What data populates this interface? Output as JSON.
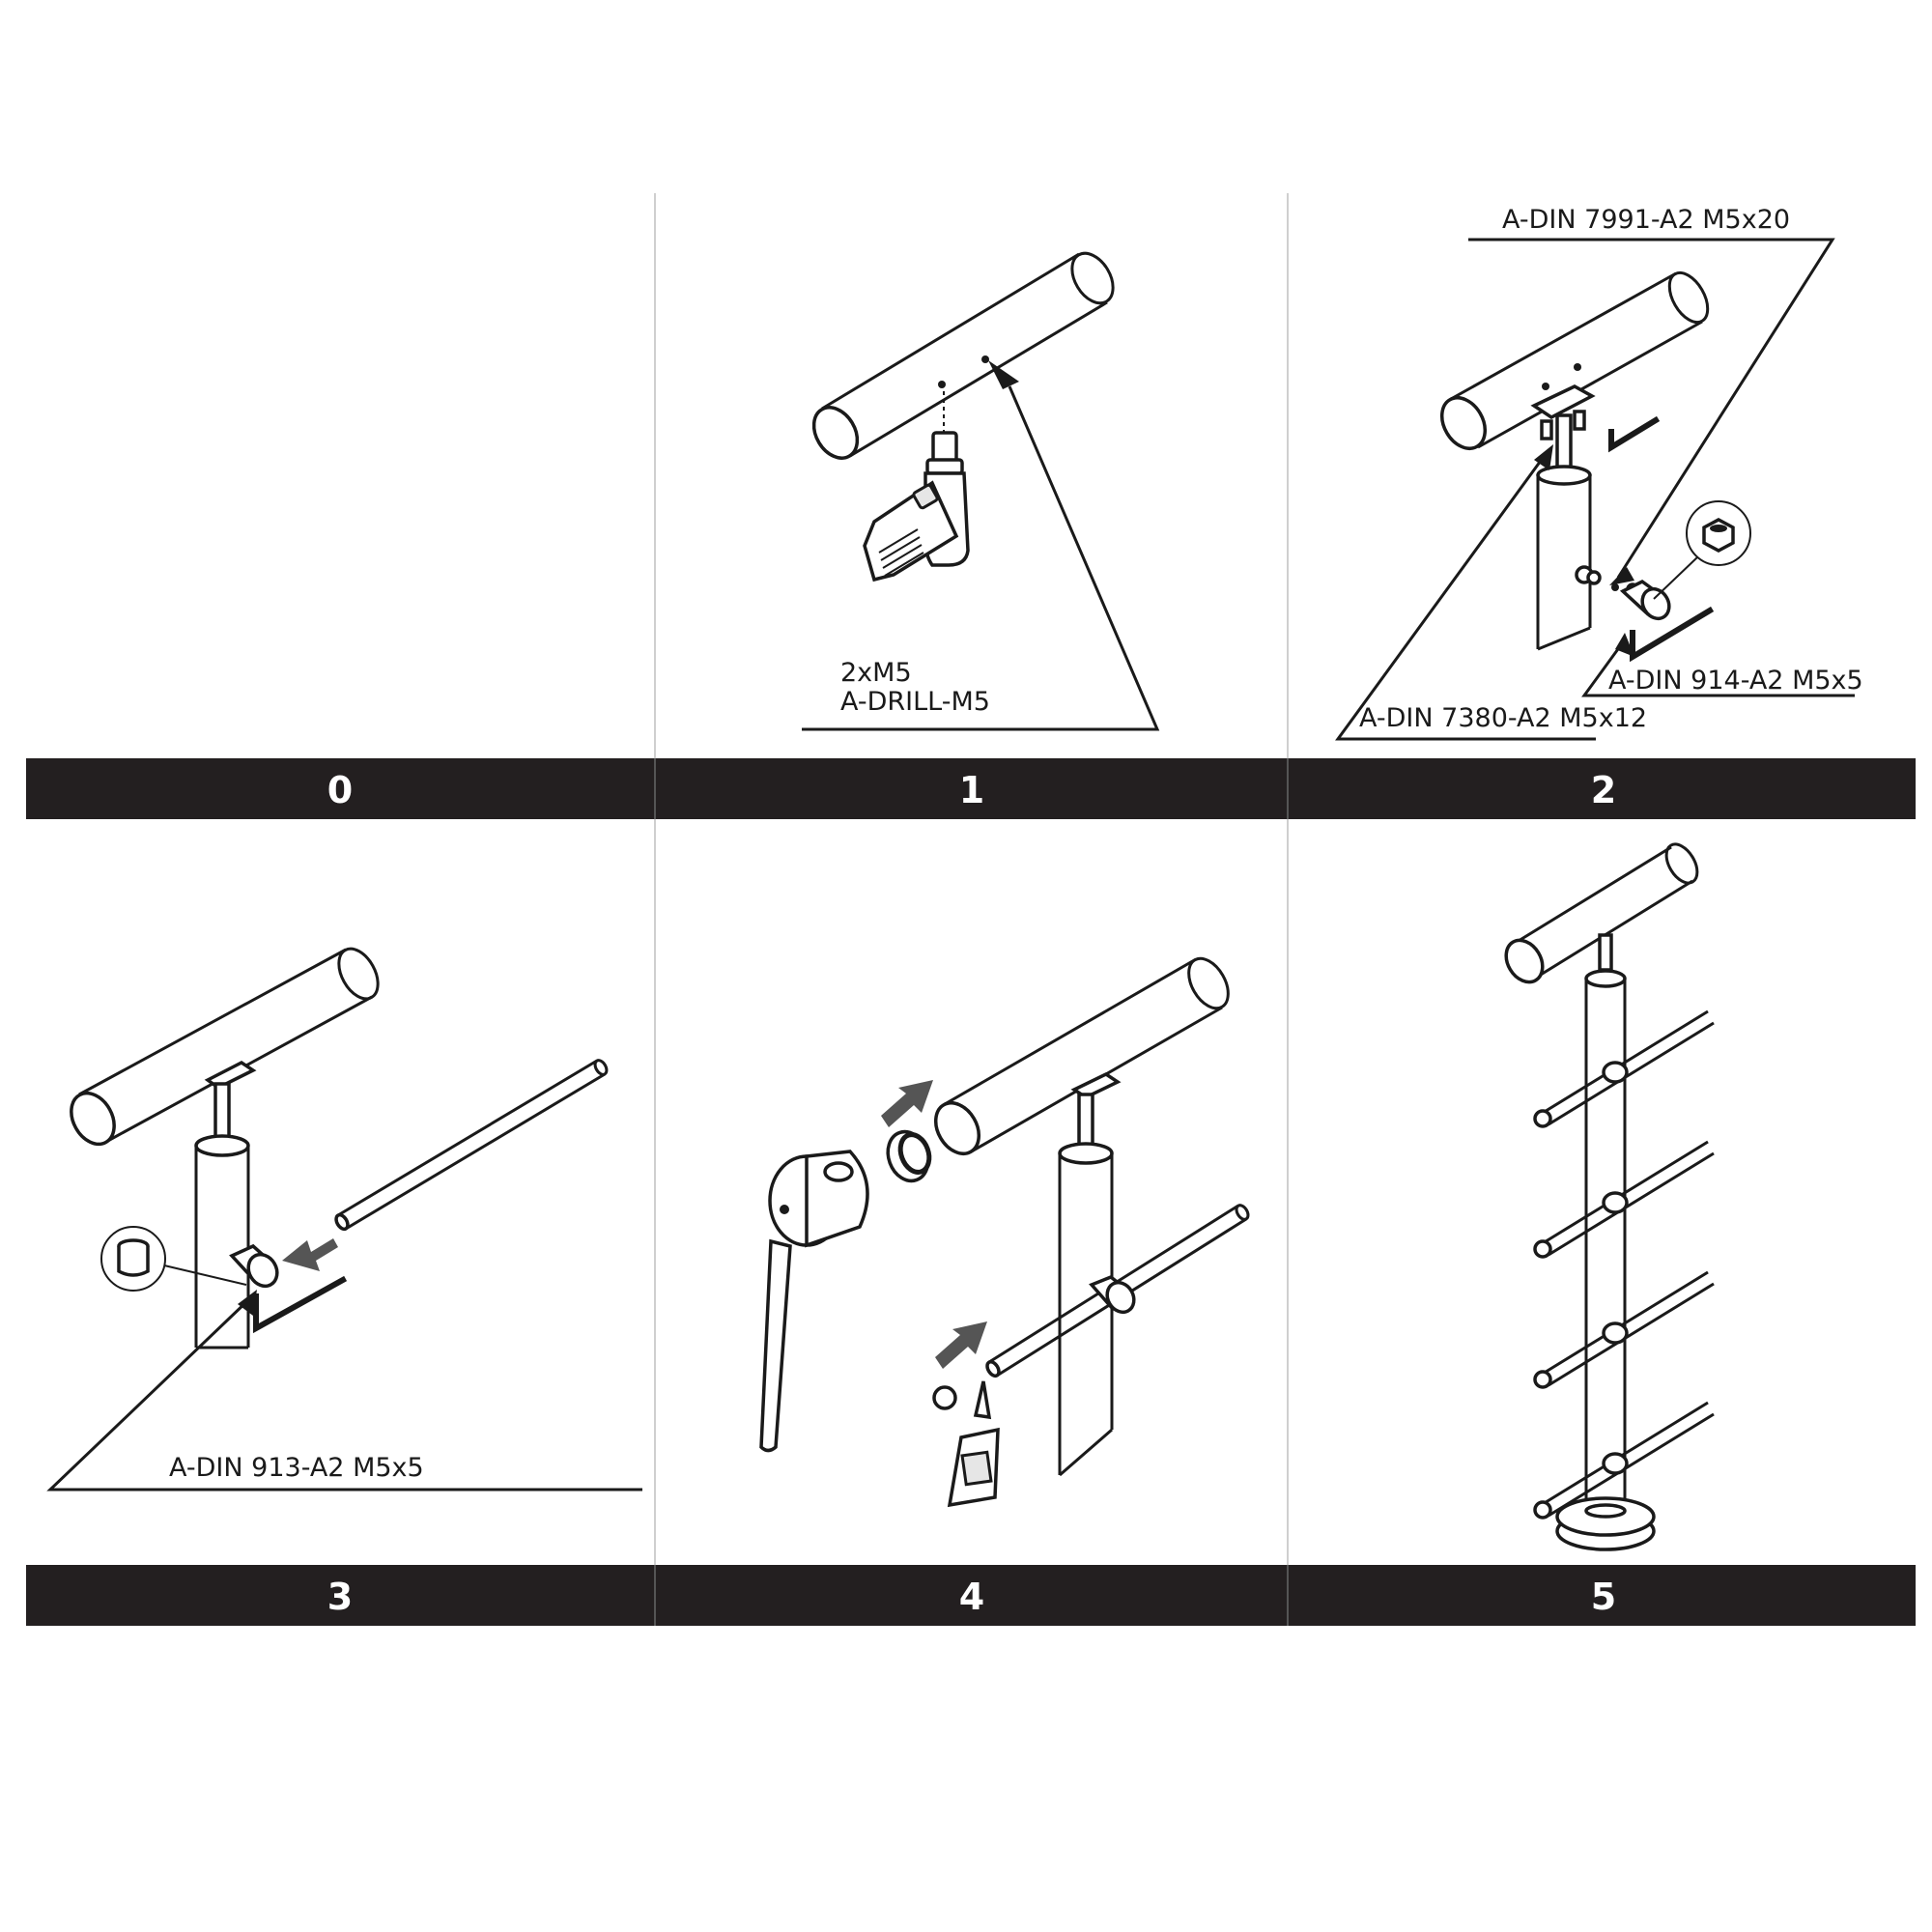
{
  "steps": [
    {
      "number": "0"
    },
    {
      "number": "1"
    },
    {
      "number": "2"
    },
    {
      "number": "3"
    },
    {
      "number": "4"
    },
    {
      "number": "5"
    }
  ],
  "step1": {
    "label_line1": "2xM5",
    "label_line2": "A-DRILL-M5"
  },
  "step2": {
    "label_top": "A-DIN 7991-A2 M5x20",
    "label_right": "A-DIN 914-A2 M5x5",
    "label_bottom": "A-DIN 7380-A2 M5x12"
  },
  "step3": {
    "label": "A-DIN 913-A2 M5x5"
  },
  "colors": {
    "band": "#231f20",
    "line": "#1a1a1a",
    "arrow": "#555555"
  }
}
